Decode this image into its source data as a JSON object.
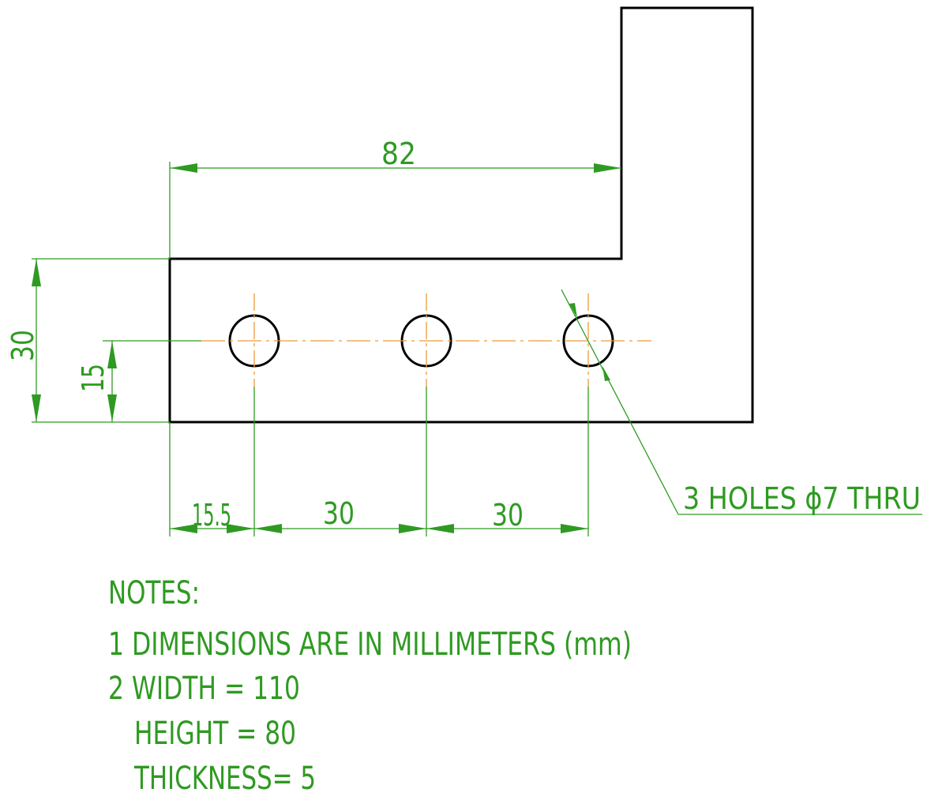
{
  "drawing": {
    "colors": {
      "dimension": "#2f9a22",
      "centerline": "#ee9a3a",
      "outline": "#000000"
    },
    "dimensions": {
      "top_width": "82",
      "overall_height": "30",
      "hole_height": "15",
      "first_hole_offset": "15.5",
      "hole_spacing_1": "30",
      "hole_spacing_2": "30"
    },
    "hole_callout": "3 HOLES ϕ7 THRU",
    "notes": {
      "title": "NOTES:",
      "lines": [
        "1 DIMENSIONS ARE IN MILLIMETERS (mm)",
        "2 WIDTH = 110",
        "HEIGHT = 80",
        "THICKNESS= 5"
      ]
    }
  }
}
